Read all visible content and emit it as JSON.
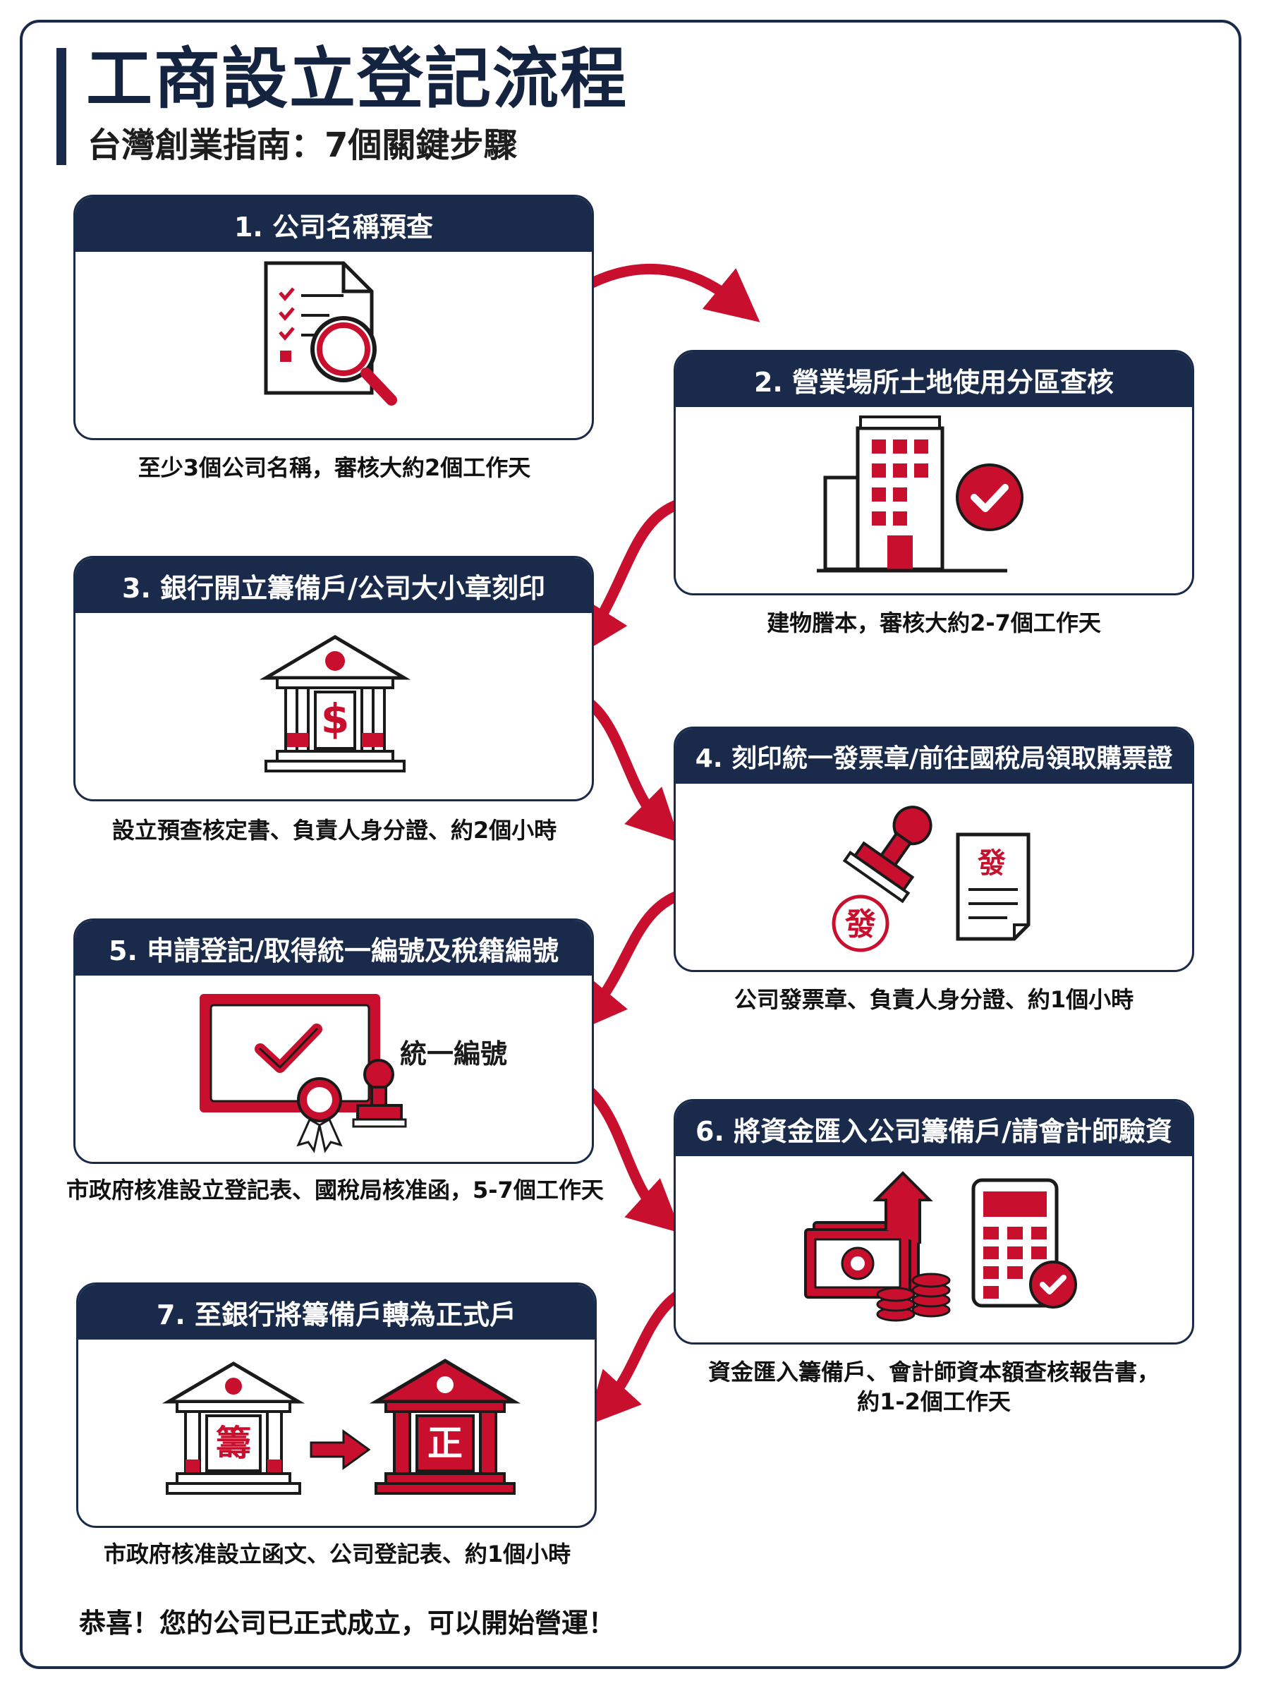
{
  "header": {
    "title": "工商設立登記流程",
    "subtitle": "台灣創業指南：7個關鍵步驟"
  },
  "steps": [
    {
      "title": "1. 公司名稱預查",
      "caption": "至少3個公司名稱，審核大約2個工作天",
      "icon": "document-magnifier-icon"
    },
    {
      "title": "2. 營業場所土地使用分區查核",
      "caption": "建物謄本，審核大約2-7個工作天",
      "icon": "building-check-icon"
    },
    {
      "title": "3. 銀行開立籌備戶/公司大小章刻印",
      "caption": "設立預查核定書、負責人身分證、約2個小時",
      "icon": "bank-dollar-icon"
    },
    {
      "title": "4. 刻印統一發票章/前往國稅局領取購票證",
      "caption": "公司發票章、負責人身分證、約1個小時",
      "icon": "stamp-invoice-icon",
      "icon_text": "發"
    },
    {
      "title": "5. 申請登記/取得統一編號及稅籍編號",
      "caption": "市政府核准設立登記表、國稅局核准函，5-7個工作天",
      "icon": "certificate-icon",
      "icon_text": "統一編號"
    },
    {
      "title": "6. 將資金匯入公司籌備戶/請會計師驗資",
      "caption_lines": [
        "資金匯入籌備戶、會計師資本額查核報告書，",
        "約1-2個工作天"
      ],
      "icon": "money-calculator-icon"
    },
    {
      "title": "7. 至銀行將籌備戶轉為正式戶",
      "caption": "市政府核准設立函文、公司登記表、約1個小時",
      "icon": "bank-convert-icon",
      "icon_text_from": "籌",
      "icon_text_to": "正"
    }
  ],
  "footer": "恭喜！您的公司已正式成立，可以開始營運！",
  "colors": {
    "navy": "#1a2a4a",
    "red": "#c8102e"
  }
}
